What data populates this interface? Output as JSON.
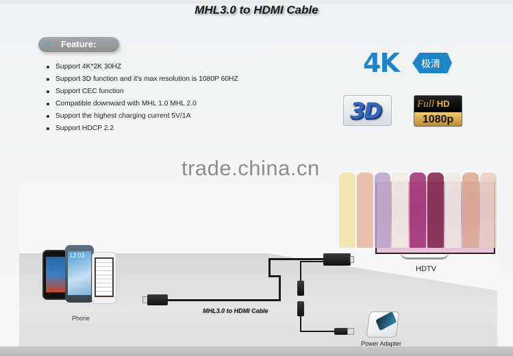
{
  "title": "MHL3.0 to HDMI  Cable",
  "feature": {
    "label": "Feature:",
    "icon": "sparkle-icon",
    "items": [
      "Support 4K*2K 30HZ",
      "Support 3D function and it's max resolution is 1080P 60HZ",
      "Support CEC function",
      "Compatible downward with MHL 1.0 MHL 2.0",
      "Support the highest charging current 5V/1A",
      "Support HDCP 2.2"
    ]
  },
  "badges": {
    "fourk": {
      "big": "4K",
      "tag": "极清",
      "color": "#1e86c6"
    },
    "threed": {
      "text": "3D",
      "color": "#3465b8"
    },
    "fullhd": {
      "full": "Full",
      "hd": "HD",
      "res": "1080p"
    }
  },
  "watermark": "trade.china.cn",
  "diagram": {
    "phone_label": "Phone",
    "phone_time": "12:03",
    "tv_label": "HDTV",
    "cable_label": "MHL3.0 to HDMI  Cable",
    "adapter_label": "Power Adapter"
  }
}
